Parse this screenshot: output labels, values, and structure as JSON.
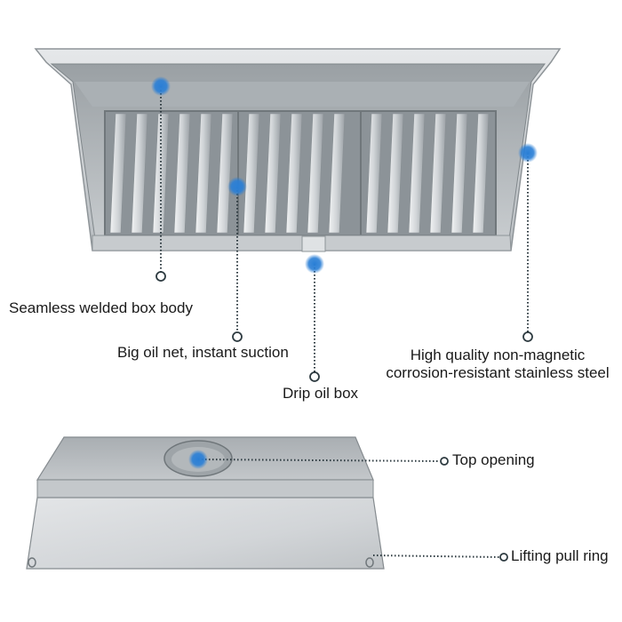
{
  "callouts": {
    "box_body": "Seamless welded box body",
    "oil_net": "Big oil net, instant suction",
    "drip_box": "Drip oil box",
    "steel_line1": "High quality non-magnetic",
    "steel_line2": "corrosion-resistant stainless steel",
    "top_opening": "Top opening",
    "pull_ring": "Lifting pull ring"
  },
  "colors": {
    "marker": "#2a7fd6",
    "leader": "#2d3a40",
    "steel_light": "#d6d9db",
    "steel_mid": "#b9bec2",
    "steel_dark": "#8f969b"
  }
}
